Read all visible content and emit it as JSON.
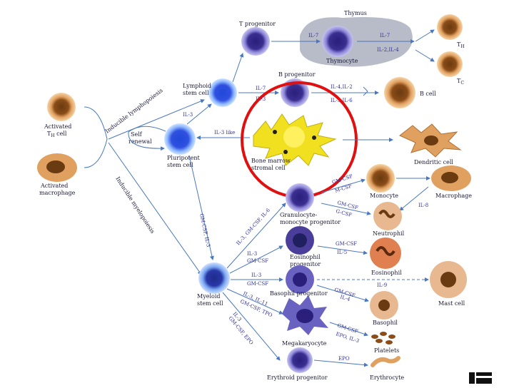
{
  "labels": {
    "thymus": "Thymus",
    "t_progenitor": "T progenitor",
    "thymocyte": "Thymocyte",
    "th": "T",
    "th_sub": "H",
    "tc": "T",
    "tc_sub": "C",
    "b_progenitor": "B progenitor",
    "b_cell": "B cell",
    "lymphoid_l1": "Lymphoid",
    "lymphoid_l2": "stem cell",
    "activated_th_l1": "Activated",
    "activated_th_l2": "T",
    "activated_th_sub": "H",
    "activated_th_l3": " cell",
    "self_renewal_l1": "Self",
    "self_renewal_l2": "renewal",
    "pluripotent_l1": "Pluripotent",
    "pluripotent_l2": "stem cell",
    "activated_mac_l1": "Activated",
    "activated_mac_l2": "macrophage",
    "bone_marrow_l1": "Bone marrow",
    "bone_marrow_l2": "stromal cell",
    "dendritic": "Dendritic cell",
    "monocyte": "Monocyte",
    "macrophage": "Macrophage",
    "gm_prog_l1": "Granulocyte-",
    "gm_prog_l2": "monocyte progenitor",
    "neutrophil": "Neutrophil",
    "eos_prog_l1": "Eosinophil",
    "eos_prog_l2": "progenitor",
    "eosinophil": "Eosinophil",
    "myeloid_l1": "Myeloid",
    "myeloid_l2": "stem cell",
    "basophil_prog": "Basophil progenitor",
    "mast_cell": "Mast cell",
    "basophil": "Basophil",
    "megakaryocyte": "Megakaryocyte",
    "platelets": "Platelets",
    "erythroid_prog": "Erythroid progenitor",
    "erythrocyte": "Erythrocyte",
    "inducible": "Inducible lymphopoiesis",
    "inducible_myelo": "Inducible myelopoiesis"
  },
  "cytokines": {
    "il7_thymus": "IL-7",
    "il7_th": "IL-7",
    "il2_il4": "IL-2,IL-4",
    "il7_b": "IL-7",
    "il3_b": "IL-3",
    "il4_il2": "IL-4,IL-2",
    "il5_il6": "IL-5,IL-6",
    "il3_lymph": "IL-3",
    "il3_like": "IL-3 like",
    "gm_csf_mono": "GM-CSF",
    "m_csf": "M-CSF",
    "gm_csf_neut": "GM-CSF",
    "g_csf": "G-CSF",
    "il8": "IL-8",
    "gm_csf_il3": "GM-CSF, IL-3",
    "il3_gm_il6": "IL-3, GM-CSF, IL-6",
    "il3_eos": "IL-3",
    "gm_csf_eos": "GM-CSF",
    "gm_csf_eos2": "GM-CSF",
    "il5": "IL-5",
    "il3_baso": "IL-3",
    "gm_csf_baso": "GM-CSF",
    "il9": "IL-9",
    "gm_csf_bas2": "GM-CSF",
    "il4": "IL-4",
    "il3_il11": "IL-3, IL-11",
    "gm_csf_tpo": "GM-CSF, TPO",
    "gm_csf_epo_il3": "GM-CSF, EPO",
    "il3_mega": "IL-3",
    "gm_csf_platelets": "GM-CSF",
    "epo_il3": "EPO, IL-3",
    "il3_ery": "IL-3",
    "gm_csf_ery": "GM-CSF, EPO",
    "epo": "EPO"
  },
  "colors": {
    "stem_nucleus": "#1e3cc8",
    "stem_halo": "#8eb8ff",
    "lymph_nucleus": "#2a1f7a",
    "lymph_cyto": "#6a62c0",
    "b_cyto": "#6a62c0",
    "mature_cyto": "#e0a060",
    "mature_nucleus": "#6a3a10",
    "stromal_body": "#f0e020",
    "stromal_core": "#fff060",
    "highlight_circle": "#e01010",
    "thymus_bg": "#b8bcc8",
    "arrow": "#4a78c0"
  },
  "icons": {
    "corner_icon": "slide-logo-icon"
  }
}
